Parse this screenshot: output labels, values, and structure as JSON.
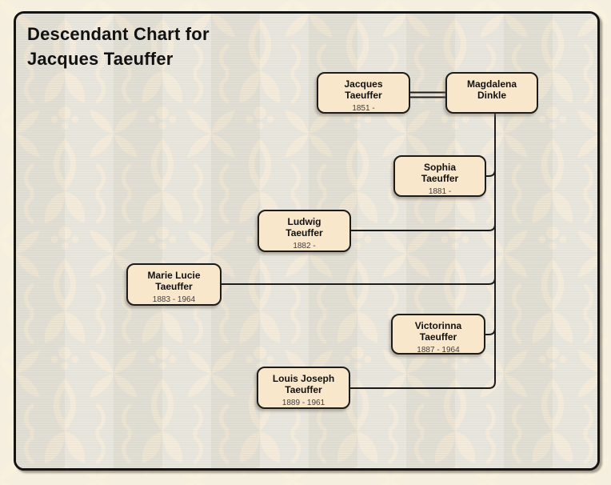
{
  "title": {
    "line1": "Descendant Chart for",
    "line2": "Jacques Taeuffer"
  },
  "diagram_type": "descendant-chart",
  "family": {
    "father": {
      "name_line1": "Jacques",
      "name_line2": "Taeuffer",
      "dates": "1851 -"
    },
    "mother": {
      "name_line1": "Magdalena",
      "name_line2": "Dinkle",
      "dates": ""
    },
    "marriage_connector": "double-line",
    "children": [
      {
        "name_line1": "Sophia",
        "name_line2": "Taeuffer",
        "dates": "1881 -"
      },
      {
        "name_line1": "Ludwig",
        "name_line2": "Taeuffer",
        "dates": "1882 -"
      },
      {
        "name_line1": "Marie Lucie",
        "name_line2": "Taeuffer",
        "dates": "1883 - 1964"
      },
      {
        "name_line1": "Victorinna",
        "name_line2": "Taeuffer",
        "dates": "1887 - 1964"
      },
      {
        "name_line1": "Louis Joseph",
        "name_line2": "Taeuffer",
        "dates": "1889 - 1961"
      }
    ]
  },
  "colors": {
    "box_fill": "#f9e7cb",
    "box_border": "#1c1c1c",
    "line": "#1c1c1c",
    "name_text": "#111111",
    "date_text": "#3f3f3f",
    "canvas_base": "#e7e4da",
    "pattern_motif": "#f3ead8",
    "outer_background": "#fbf4e1",
    "frame_border": "#141414"
  }
}
